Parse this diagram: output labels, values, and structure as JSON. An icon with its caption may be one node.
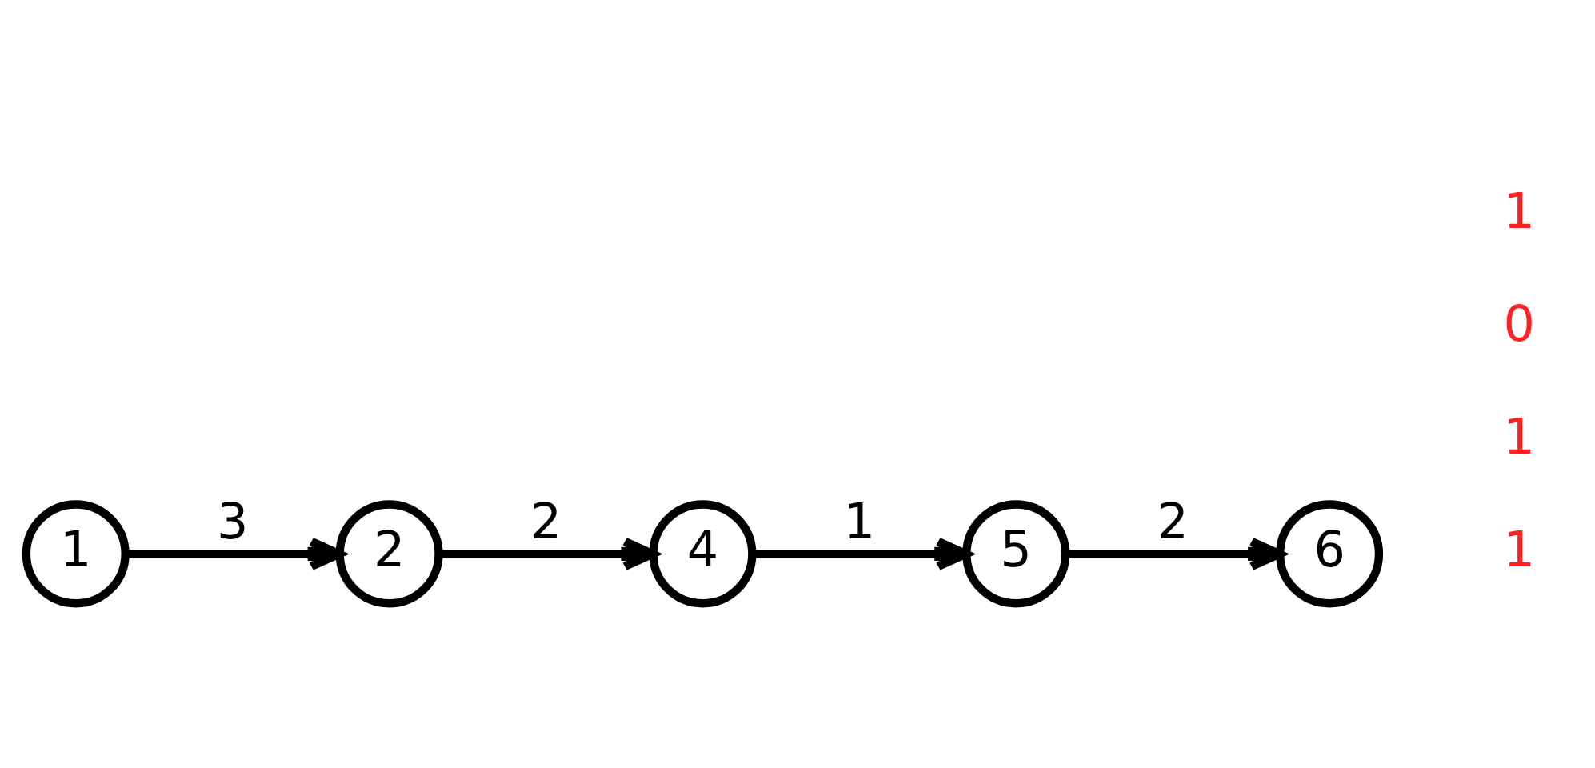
{
  "diagram": {
    "nodes": [
      {
        "text": [
          "1"
        ]
      },
      {
        "text": [
          "2"
        ]
      },
      {
        "text": [
          "4"
        ]
      },
      {
        "text": [
          "5"
        ]
      },
      {
        "text": [
          "6"
        ]
      }
    ],
    "edges": [
      {
        "from": 0,
        "to": 1,
        "arrow": "to",
        "label": "3"
      },
      {
        "from": 1,
        "to": 2,
        "arrow": "to",
        "label": "2"
      },
      {
        "from": 2,
        "to": 3,
        "arrow": "to",
        "label": "1"
      },
      {
        "from": 3,
        "to": 4,
        "arrow": "to",
        "label": "2"
      }
    ],
    "labels": [
      "1",
      "1",
      "0",
      "1"
    ]
  }
}
